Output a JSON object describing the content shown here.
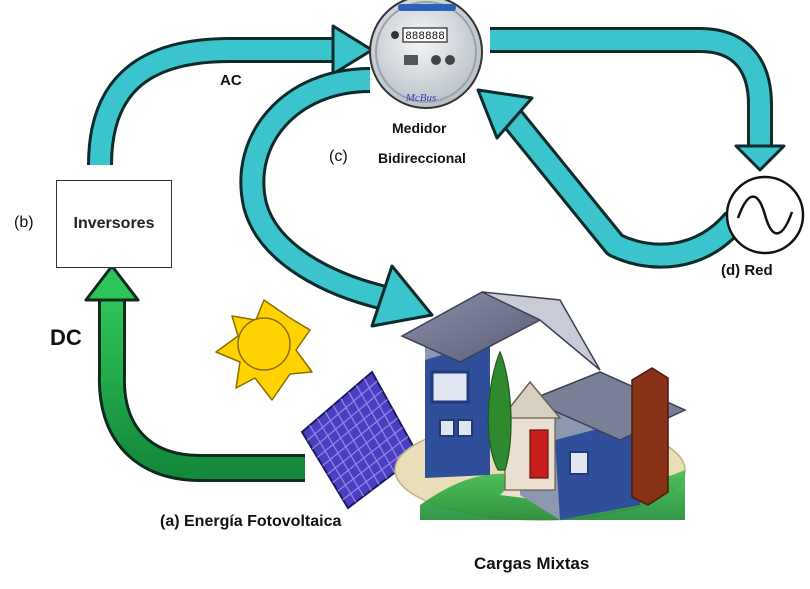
{
  "labels": {
    "ac": "AC",
    "dc": "DC",
    "b": "(b)",
    "inverter": "Inversores",
    "c": "(c)",
    "meter_line1": "Medidor",
    "meter_line2": "Bidireccional",
    "grid": "(d) Red",
    "pv": "(a) Energía Fotovoltaica",
    "loads": "Cargas Mixtas"
  },
  "meter": {
    "digits": "888888",
    "brand": "McBus"
  },
  "colors": {
    "ac_arrow": "#3cc4cc",
    "dc_arrow": "#1fa84a",
    "panel": "#4b3fc0",
    "sun": "#ffd200"
  }
}
